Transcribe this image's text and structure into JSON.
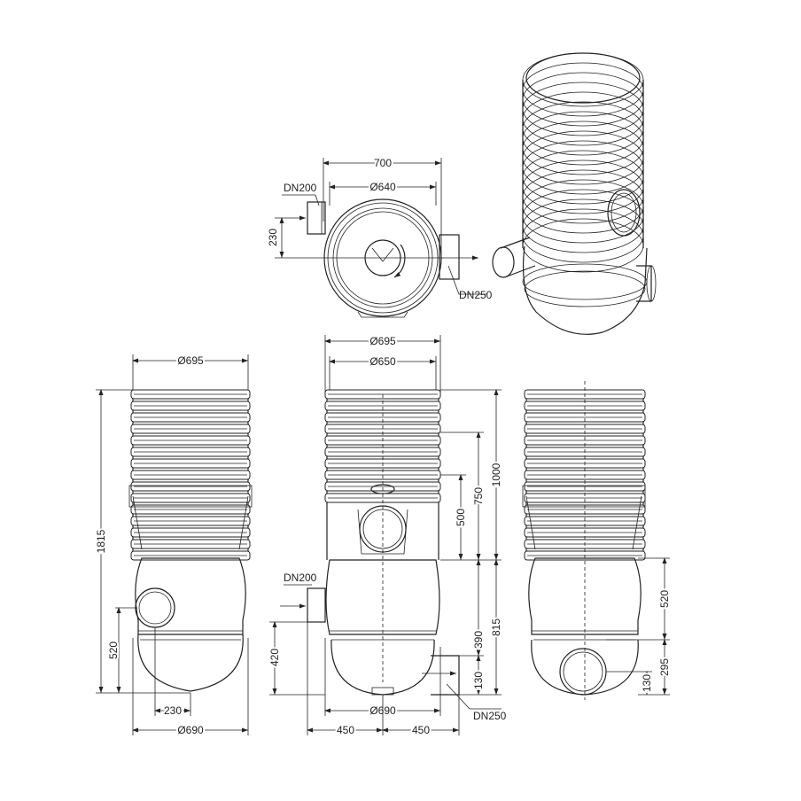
{
  "top_view": {
    "dim_outer": "700",
    "dim_inner": "Ø640",
    "dim_offset": "230",
    "inlet_label": "DN200",
    "outlet_label": "DN250"
  },
  "left_view": {
    "dim_top": "Ø695",
    "dim_height": "1815",
    "dim_inlet_height": "520",
    "dim_offset": "230",
    "dim_base": "Ø690"
  },
  "middle_view": {
    "dim_top_outer": "Ø695",
    "dim_top_inner": "Ø650",
    "dim_1000": "1000",
    "dim_750": "750",
    "dim_500": "500",
    "dim_815": "815",
    "dim_390": "390",
    "dim_130": "130",
    "dim_420": "420",
    "dim_base": "Ø690",
    "dim_left_450": "450",
    "dim_right_450": "450",
    "inlet_label": "DN200",
    "outlet_label": "DN250"
  },
  "right_view": {
    "dim_520": "520",
    "dim_295": "295",
    "dim_130": "130"
  }
}
